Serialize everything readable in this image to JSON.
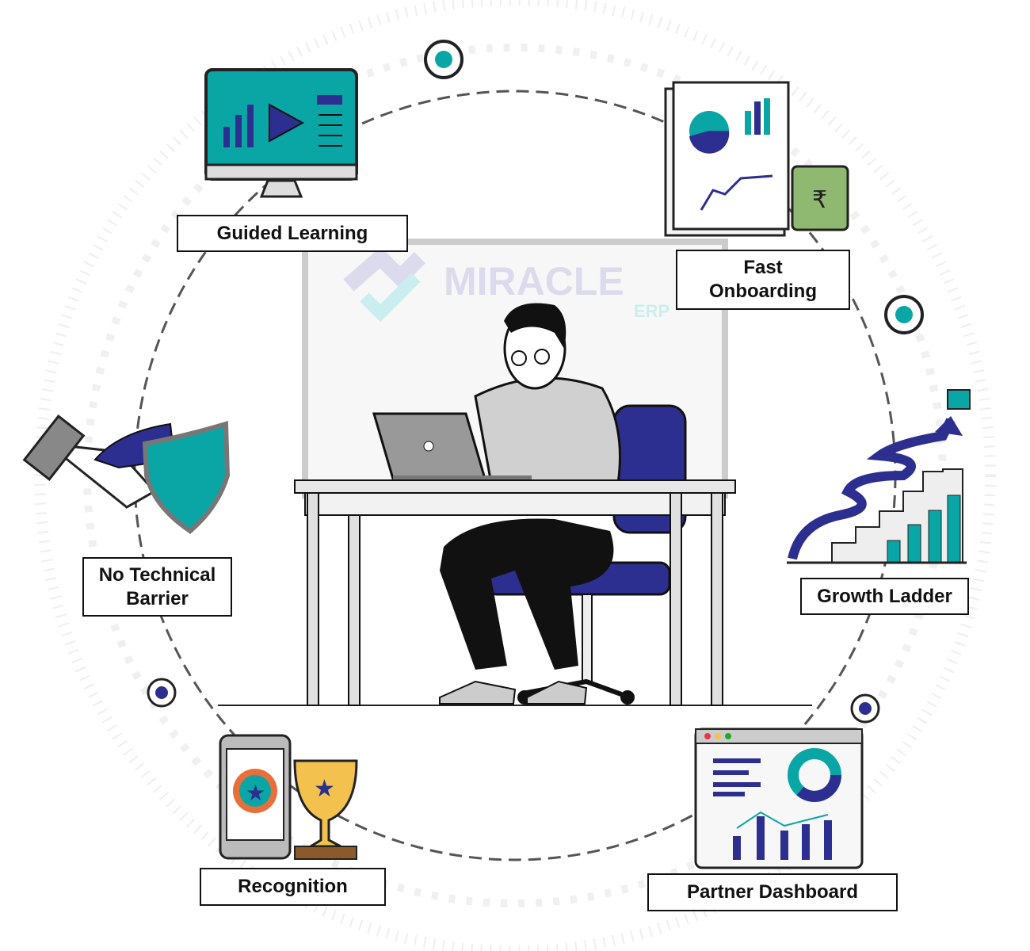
{
  "watermark": {
    "logo_text": "MIRACLE",
    "logo_subtext": "ERP"
  },
  "features": [
    {
      "label": "Guided Learning",
      "icon": "monitor-video-icon"
    },
    {
      "label": "Fast Onboarding",
      "icon": "report-money-icon"
    },
    {
      "label": "No Technical Barrier",
      "icon": "handshake-shield-icon"
    },
    {
      "label": "Growth Ladder",
      "icon": "growth-stairs-icon"
    },
    {
      "label": "Recognition",
      "icon": "phone-trophy-icon"
    },
    {
      "label": "Partner Dashboard",
      "icon": "dashboard-icon"
    }
  ],
  "colors": {
    "teal": "#0aa6a6",
    "navy": "#2c2f8f",
    "gold": "#f2c14e",
    "ring": "#555555"
  }
}
